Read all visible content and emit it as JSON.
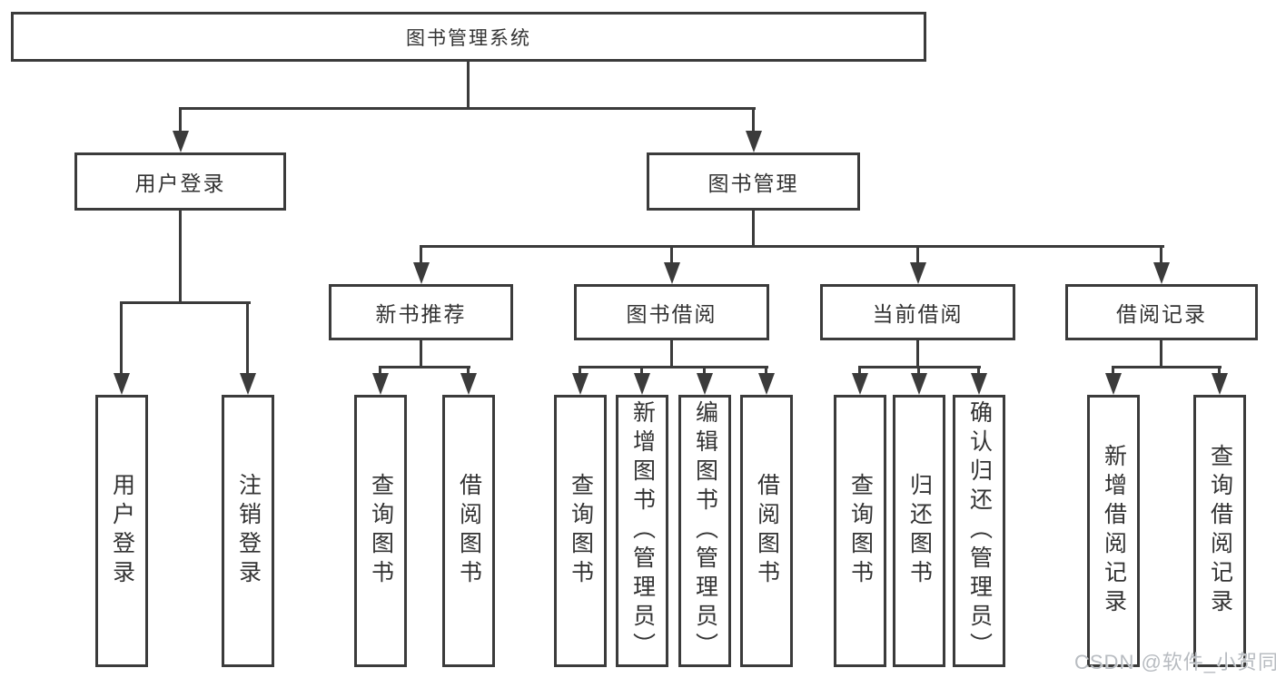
{
  "tree": {
    "label": "图书管理系统",
    "children": [
      {
        "label": "用户登录",
        "children": [
          {
            "label": "用户登录"
          },
          {
            "label": "注销登录"
          }
        ]
      },
      {
        "label": "图书管理",
        "children": [
          {
            "label": "新书推荐",
            "children": [
              {
                "label": "查询图书"
              },
              {
                "label": "借阅图书"
              }
            ]
          },
          {
            "label": "图书借阅",
            "children": [
              {
                "label": "查询图书"
              },
              {
                "label": "新增图书（管理员）"
              },
              {
                "label": "编辑图书（管理员）"
              },
              {
                "label": "借阅图书"
              }
            ]
          },
          {
            "label": "当前借阅",
            "children": [
              {
                "label": "查询图书"
              },
              {
                "label": "归还图书"
              },
              {
                "label": "确认归还（管理员）"
              }
            ]
          },
          {
            "label": "借阅记录",
            "children": [
              {
                "label": "新增借阅记录"
              },
              {
                "label": "查询借阅记录"
              }
            ]
          }
        ]
      }
    ]
  },
  "watermark": {
    "text": "CSDN @软件_小贺同学"
  },
  "colors": {
    "line": "#3b3b3b",
    "text": "#333333",
    "background": "#ffffff",
    "watermark": "#b8bcc1"
  }
}
